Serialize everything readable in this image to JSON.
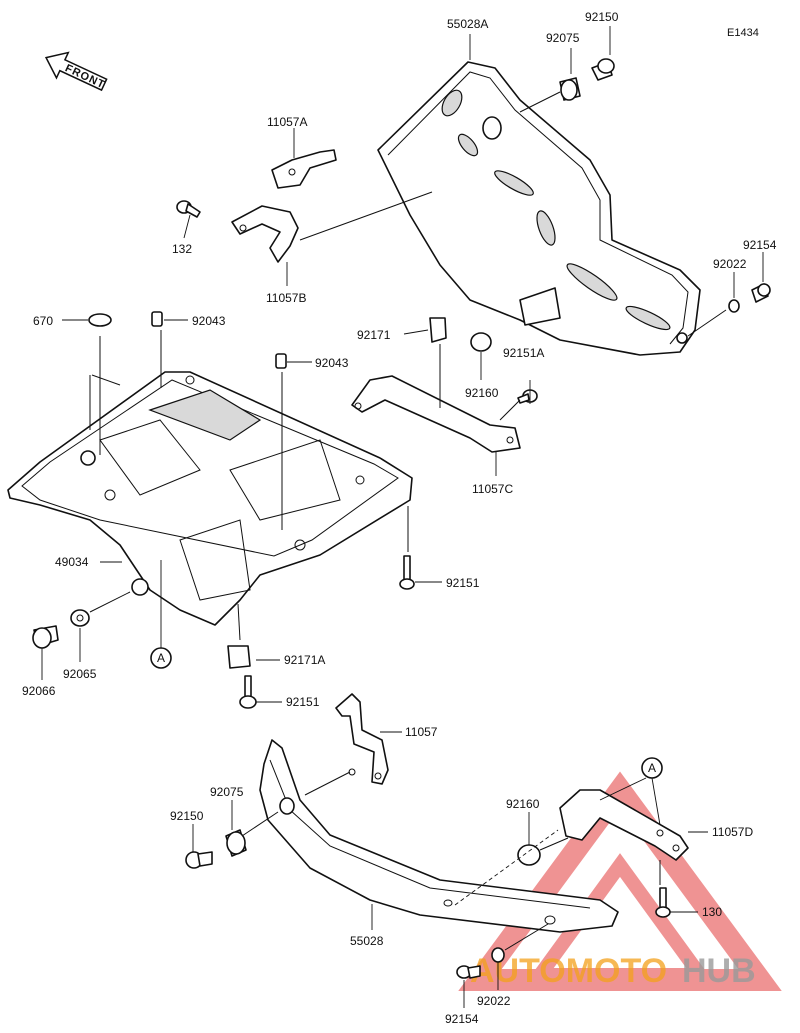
{
  "diagram_code": "E1434",
  "front_label": "FRONT",
  "watermark": {
    "part1": "AUTOMOTO",
    "part2": "HUB",
    "color_primary": "#f4a11c",
    "color_secondary": "#9a9a9a",
    "triangle_color": "#e23b3b"
  },
  "callout_letter": "A",
  "labels": {
    "p55028A": "55028A",
    "p92150a": "92150",
    "p92075a": "92075",
    "p11057A": "11057A",
    "p132": "132",
    "p11057B": "11057B",
    "p92154a": "92154",
    "p92022a": "92022",
    "p670": "670",
    "p92043a": "92043",
    "p92043b": "92043",
    "p92171": "92171",
    "p92151A": "92151A",
    "p92160a": "92160",
    "p11057C": "11057C",
    "p49034": "49034",
    "p92151a": "92151",
    "p92065": "92065",
    "p92066": "92066",
    "p92171A": "92171A",
    "p92151b": "92151",
    "p11057": "11057",
    "p92075b": "92075",
    "p92150b": "92150",
    "p92160b": "92160",
    "p11057D": "11057D",
    "p130": "130",
    "p55028": "55028",
    "p92022b": "92022",
    "p92154b": "92154"
  }
}
